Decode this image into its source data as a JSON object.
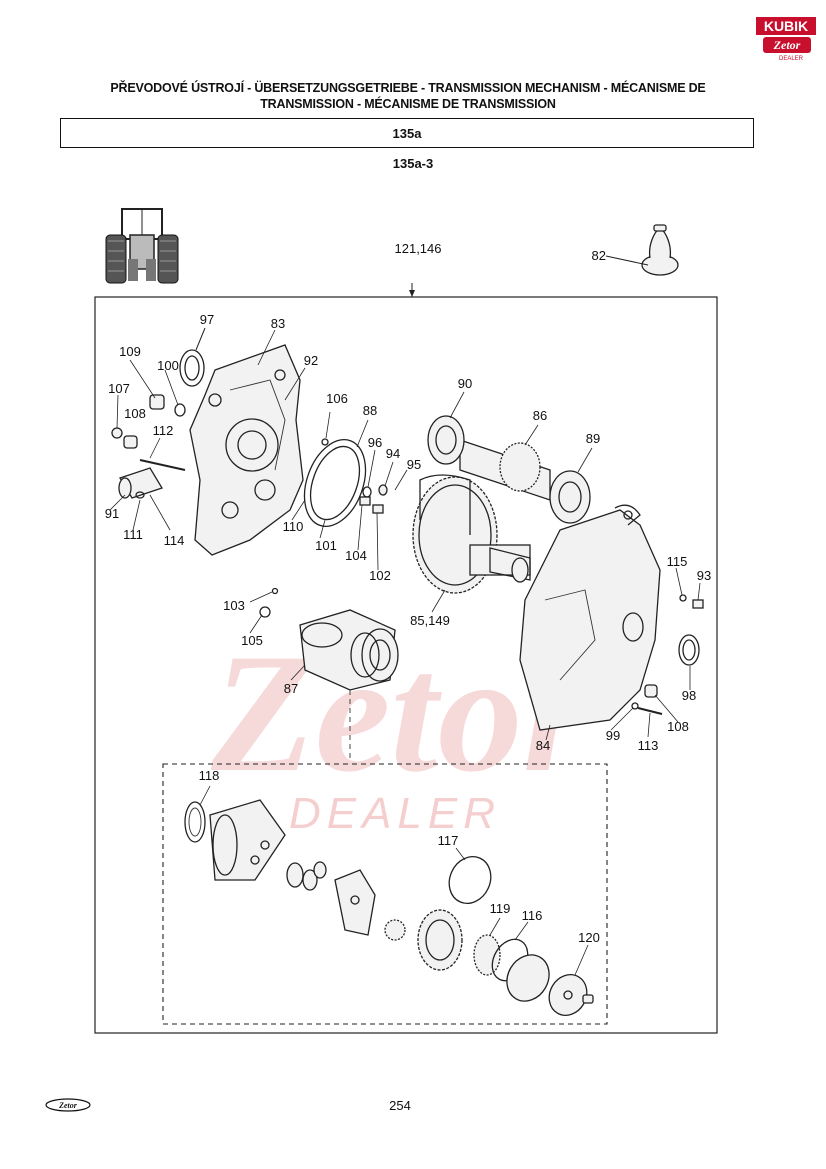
{
  "brand": {
    "dealer_logo_text": "KUBIK",
    "dealer_logo_sub": "Zetor",
    "dealer_logo_tag": "DEALER",
    "footer_logo_text": "Zetor"
  },
  "header": {
    "title_line1": "PŘEVODOVÉ ÚSTROJÍ - ÜBERSETZUNGSGETRIEBE - TRANSMISSION MECHANISM - MÉCANISME DE",
    "title_line2": "TRANSMISSION - MÉCANISME DE TRANSMISSION",
    "section": "135a",
    "subsection": "135a-3"
  },
  "watermark": {
    "logo_text": "Zetor",
    "dealer_text": "DEALER"
  },
  "callouts": {
    "c82": "82",
    "c121_146": "121,146",
    "c97": "97",
    "c83": "83",
    "c92": "92",
    "c109": "109",
    "c100": "100",
    "c107": "107",
    "c108a": "108",
    "c112": "112",
    "c91": "91",
    "c111": "111",
    "c114": "114",
    "c110": "110",
    "c106": "106",
    "c88": "88",
    "c96": "96",
    "c94": "94",
    "c95": "95",
    "c101": "101",
    "c104": "104",
    "c102": "102",
    "c90": "90",
    "c86": "86",
    "c89": "89",
    "c85_149": "85,149",
    "c115": "115",
    "c93": "93",
    "c98": "98",
    "c108b": "108",
    "c99": "99",
    "c113": "113",
    "c84": "84",
    "c103": "103",
    "c105": "105",
    "c87": "87",
    "c118": "118",
    "c117": "117",
    "c119": "119",
    "c116": "116",
    "c120": "120"
  },
  "footer": {
    "page_number": "254"
  },
  "colors": {
    "ink": "#111111",
    "watermark_red": "#f3c8c8",
    "logo_red": "#c8102e"
  }
}
